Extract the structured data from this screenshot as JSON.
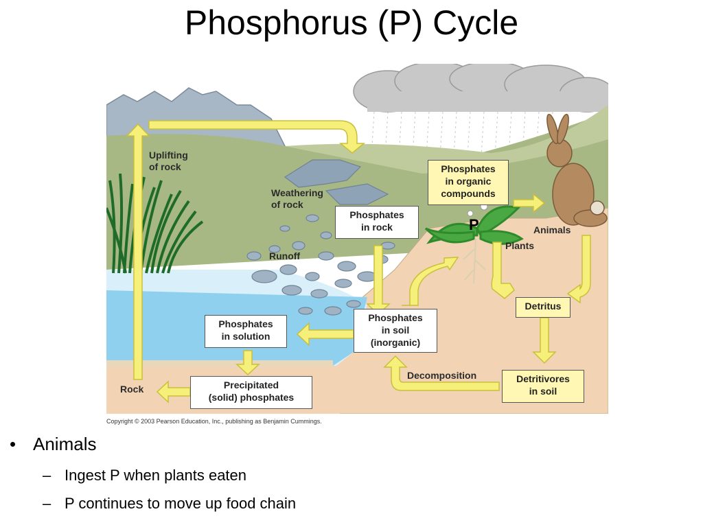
{
  "title": "Phosphorus (P) Cycle",
  "diagram": {
    "boxes": {
      "organic": [
        "Phosphates",
        "in organic",
        "compounds"
      ],
      "rock": [
        "Phosphates",
        "in rock"
      ],
      "soil": [
        "Phosphates",
        "in soil",
        "(inorganic)"
      ],
      "solution": [
        "Phosphates",
        "in solution"
      ],
      "precipitated": [
        "Precipitated",
        "(solid) phosphates"
      ],
      "detritus": [
        "Detritus"
      ],
      "detritivores": [
        "Detritivores",
        "in soil"
      ]
    },
    "labels": {
      "uplifting": [
        "Uplifting",
        "of rock"
      ],
      "weathering": [
        "Weathering",
        "of rock"
      ],
      "runoff": "Runoff",
      "animals": "Animals",
      "plants": "Plants",
      "decomposition": "Decomposition",
      "rock": "Rock",
      "p_marker": "P"
    },
    "colors": {
      "arrow": "#f6f07a",
      "water": "#8fd0ee",
      "soil": "#f2d4b4",
      "grass": "#a7b884"
    }
  },
  "copyright": "Copyright © 2003 Pearson Education, Inc., publishing as Benjamin Cummings.",
  "bullets": {
    "main": "Animals",
    "sub": [
      "Ingest P when plants eaten",
      "P continues to move up food chain"
    ]
  }
}
